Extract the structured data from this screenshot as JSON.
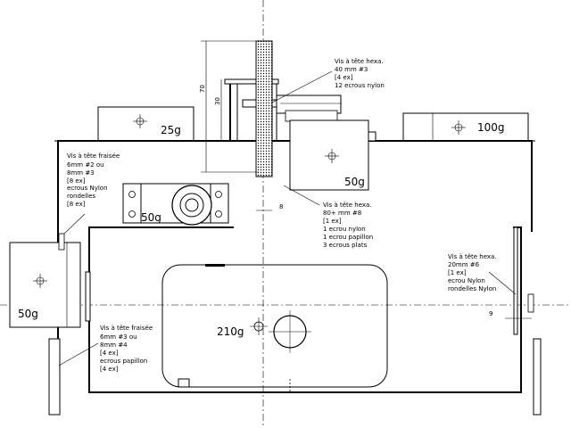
{
  "annotations": {
    "top_screw": [
      "Vis à tête hexa.",
      "40 mm #3",
      "[4 ex]",
      "12 ecrous nylon"
    ],
    "left_screw": [
      "Vis à tête fraisée",
      "6mm #2  ou",
      "8mm #3",
      "[8 ex]",
      "ecrous Nylon",
      "rondelles",
      "[8 ex]"
    ],
    "center_screw": [
      "Vis à tête hexa.",
      "80+ mm #8",
      "[1 ex]",
      "1 ecrou nylon",
      "1 ecrou papillon",
      "3 ecrous plats"
    ],
    "right_screw": [
      "Vis à tête hexa.",
      "20mm #6",
      "[1 ex]",
      "ecrou Nylon",
      "rondelles Nylon"
    ],
    "bottom_left_screw": [
      "Vis à tête fraisée",
      "6mm #3  ou",
      "8mm #4",
      "[4 ex]",
      "ecrous papillon",
      "[4 ex]"
    ]
  },
  "weights": {
    "left_top": "25g",
    "right_top": "100g",
    "motor": "50g",
    "pulley": "50g",
    "left_side": "50g",
    "main": "210g"
  },
  "dimensions": {
    "height_outer": "70",
    "height_inner": "30",
    "shaft_gap": "8",
    "right_gap": "9"
  }
}
